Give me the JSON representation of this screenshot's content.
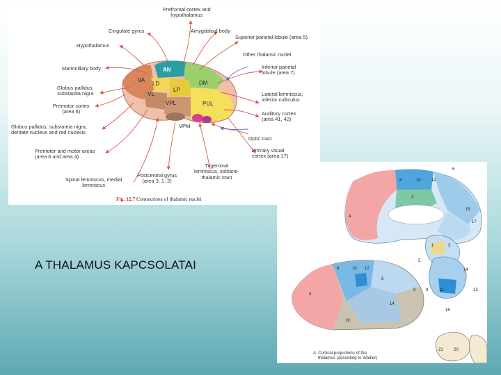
{
  "slide": {
    "title": "A THALAMUS KAPCSOLATAI"
  },
  "figure1": {
    "caption_prefix": "Fig. 12.7",
    "caption_text": "Connections of thalamic nuclei",
    "nuclei": [
      "AN",
      "VA",
      "LD",
      "LP",
      "DM",
      "VL",
      "VPL",
      "PUL",
      "VPM"
    ],
    "labels": {
      "prefrontal": "Prefrontal cortex and\nhypothalamus",
      "cingulate": "Cingulate gyrus",
      "amygdaloid": "Amygdaloid body",
      "superior_parietal": "Superior parietal lobule (area 5)",
      "hypothalamus": "Hypothalamus",
      "other_nuclei": "Other thalamic nuclei",
      "mammillary": "Mammillary body",
      "inferior_parietal": "Inferior parietal\nlobule (area 7)",
      "globus_pallidus": "Globus pallidus,\nsubstantia nigra",
      "lateral_lemniscus": "Lateral lemniscus,\ninferior colliculus",
      "premotor": "Premotor cortex\n(area 6)",
      "auditory": "Auditory cortex\n(area 41, 42)",
      "globus_dentate": "Globus pallidus, substantia nigra,\ndentate nucleus and red nucleus",
      "optic_tract": "Optic tract",
      "premotor_motor": "Premotor and motor areas\n(area 6 and area 4)",
      "primary_visual": "Primary visual\ncortex (area 17)",
      "trigeminal": "Trigeminal\nlemniscus, solitano-\nthalamic tract",
      "postcentral": "Postcentral gyrus\n(area 3, 1, 2)",
      "spinal_lemniscus": "Spinal lemniscus, medial\nlemniscus"
    }
  },
  "figure2": {
    "caption": "A  Cortical projections of the\n    thalamus (according to Walker)",
    "medial_numbers": [
      "6",
      "8",
      "10",
      "12",
      "2",
      "4",
      "15",
      "17",
      "1",
      "3",
      "5",
      "14"
    ],
    "lateral_numbers": [
      "8",
      "10",
      "12",
      "4",
      "6",
      "9",
      "11",
      "13",
      "14",
      "16",
      "19",
      "21",
      "20"
    ]
  },
  "colors": {
    "arrow": "#d8594a",
    "blue_arrow": "#4a6fc4"
  }
}
